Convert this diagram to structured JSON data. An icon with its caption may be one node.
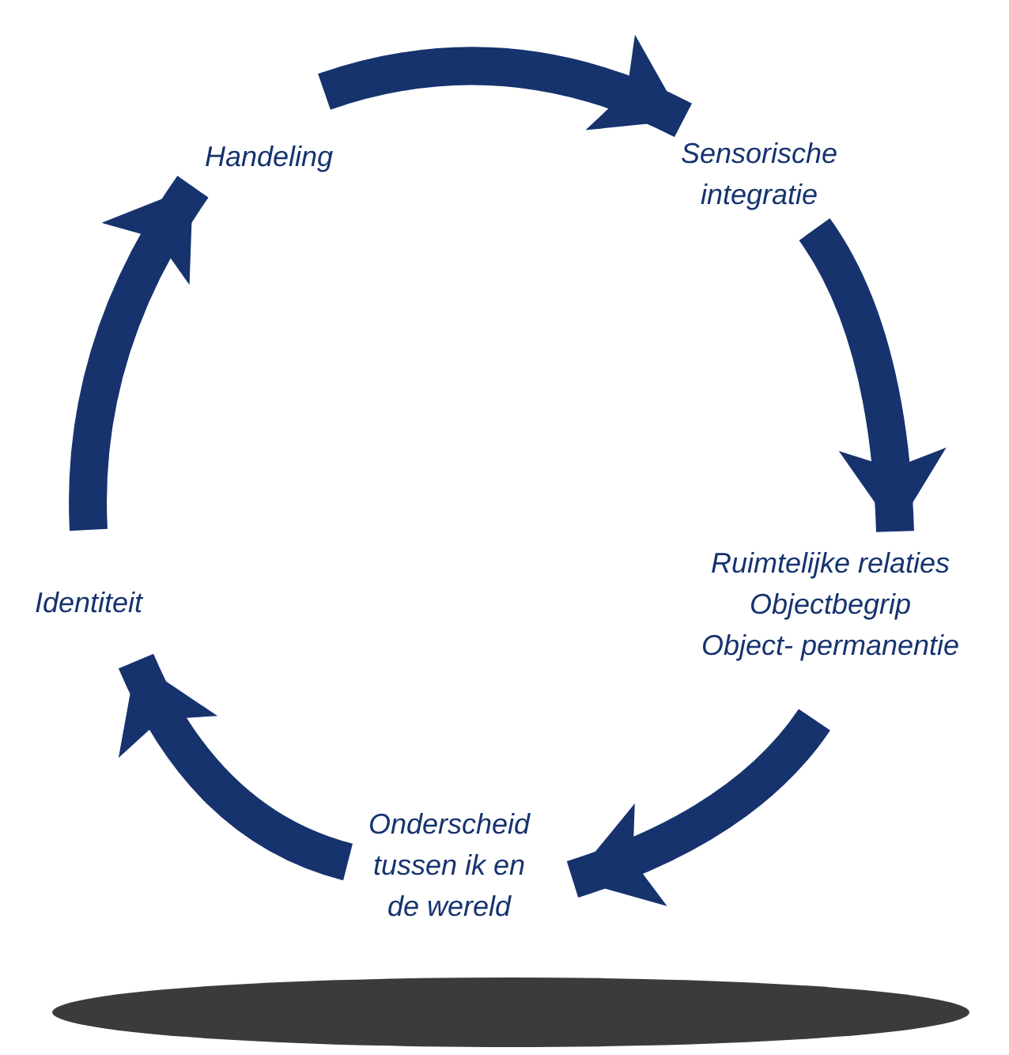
{
  "diagram": {
    "nodes": [
      {
        "text": [
          "Handeling"
        ]
      },
      {
        "text": [
          "Sensorische integratie"
        ]
      },
      {
        "text": [
          "Ruimtelijke relaties",
          "Objectbegrip",
          "Object- permanentie"
        ]
      },
      {
        "text": [
          "Onderscheid tussen ik en de wereld"
        ]
      },
      {
        "text": [
          "Identiteit"
        ]
      }
    ],
    "edges": [
      {
        "from": 0,
        "to": 1,
        "arrow": "to"
      },
      {
        "from": 1,
        "to": 2,
        "arrow": "to"
      },
      {
        "from": 2,
        "to": 3,
        "arrow": "to"
      },
      {
        "from": 3,
        "to": 4,
        "arrow": "to"
      },
      {
        "from": 4,
        "to": 0,
        "arrow": "to"
      }
    ]
  }
}
